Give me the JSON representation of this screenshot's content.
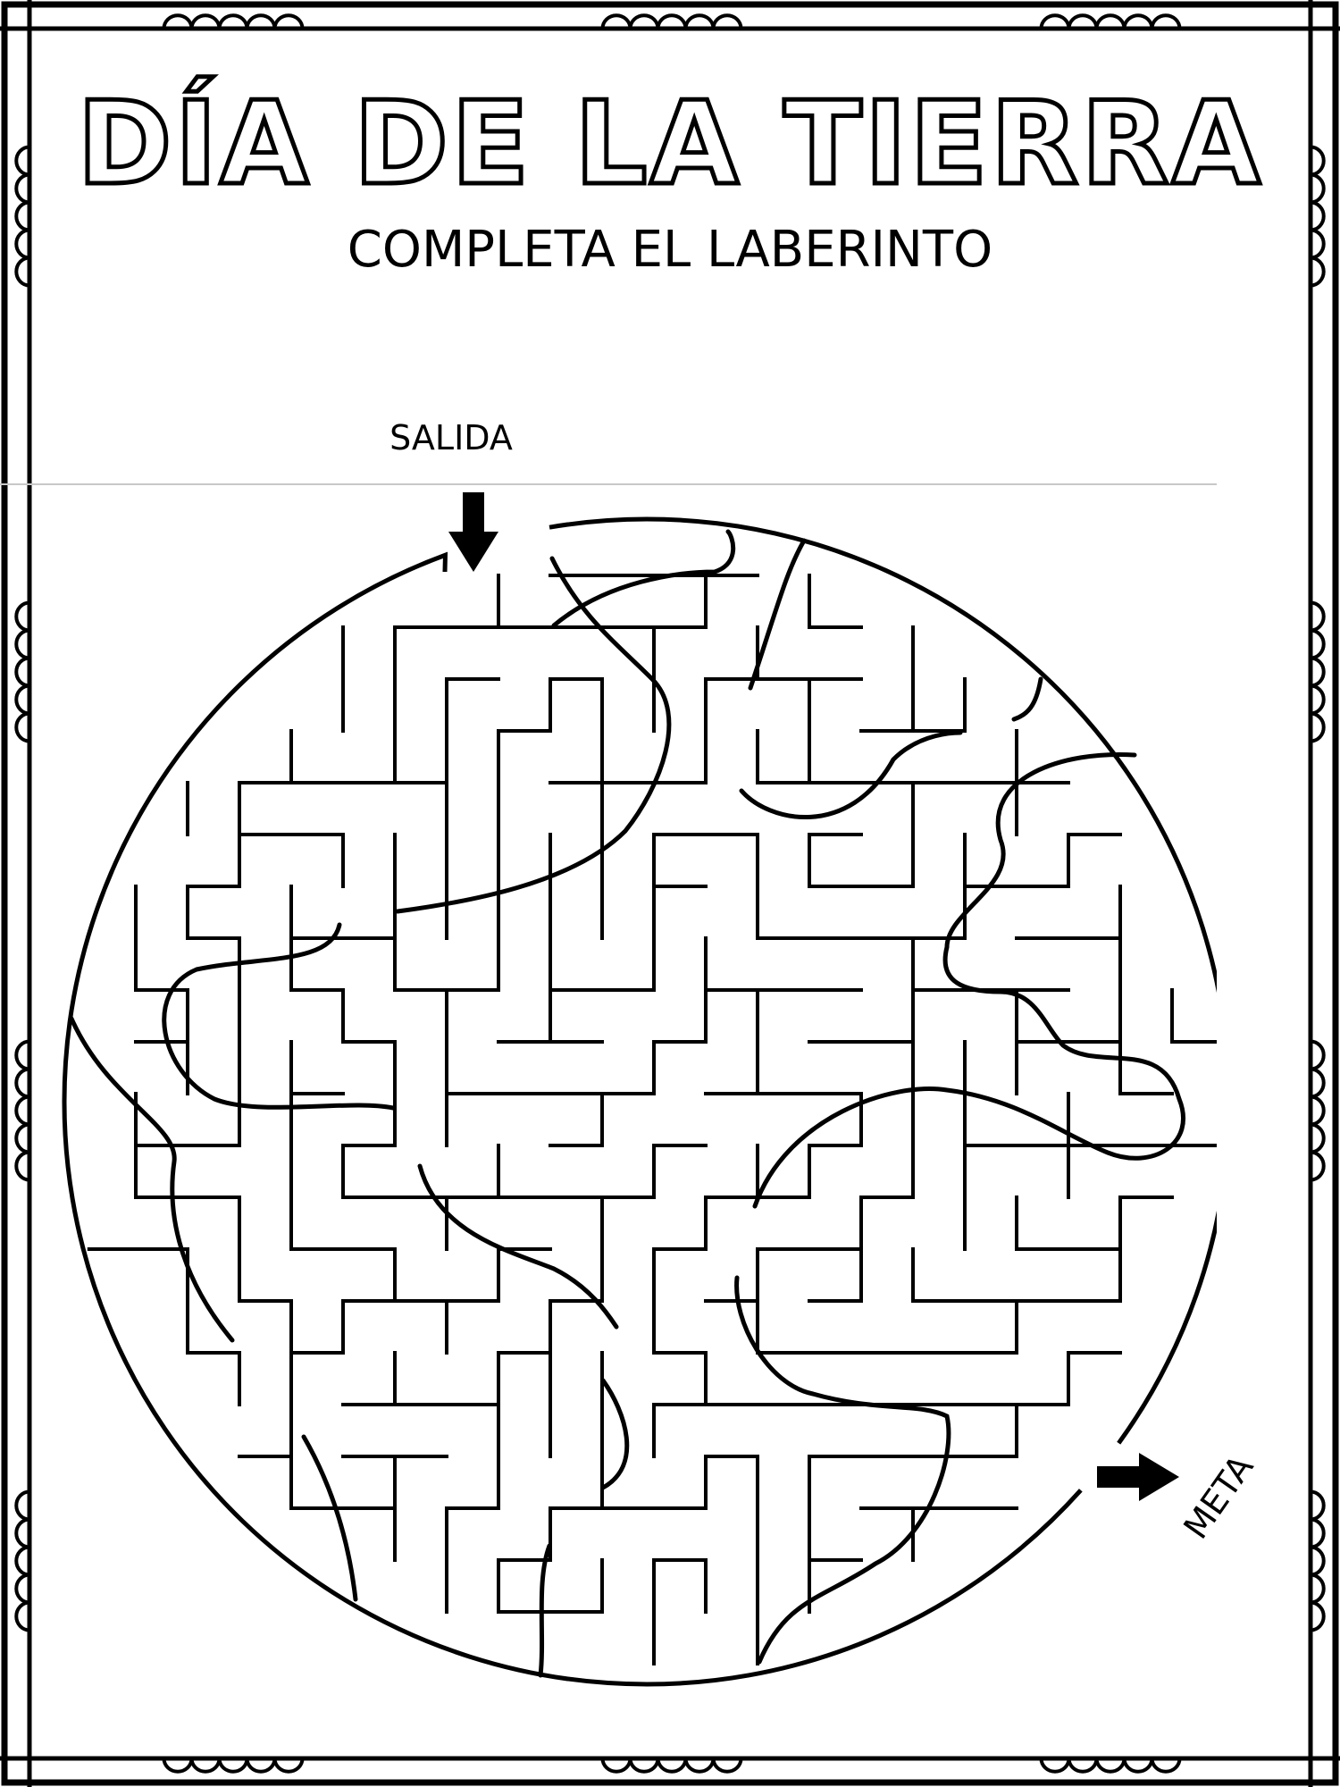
{
  "title": "DÍA DE LA TIERRA",
  "subtitle": "COMPLETA EL LABERINTO",
  "start_label": "SALIDA",
  "end_label": "META",
  "colors": {
    "ink": "#000000",
    "paper": "#ffffff",
    "guide": "#c8c8c8"
  },
  "icons": {
    "start": "arrow-down-icon",
    "end": "arrow-right-icon"
  }
}
